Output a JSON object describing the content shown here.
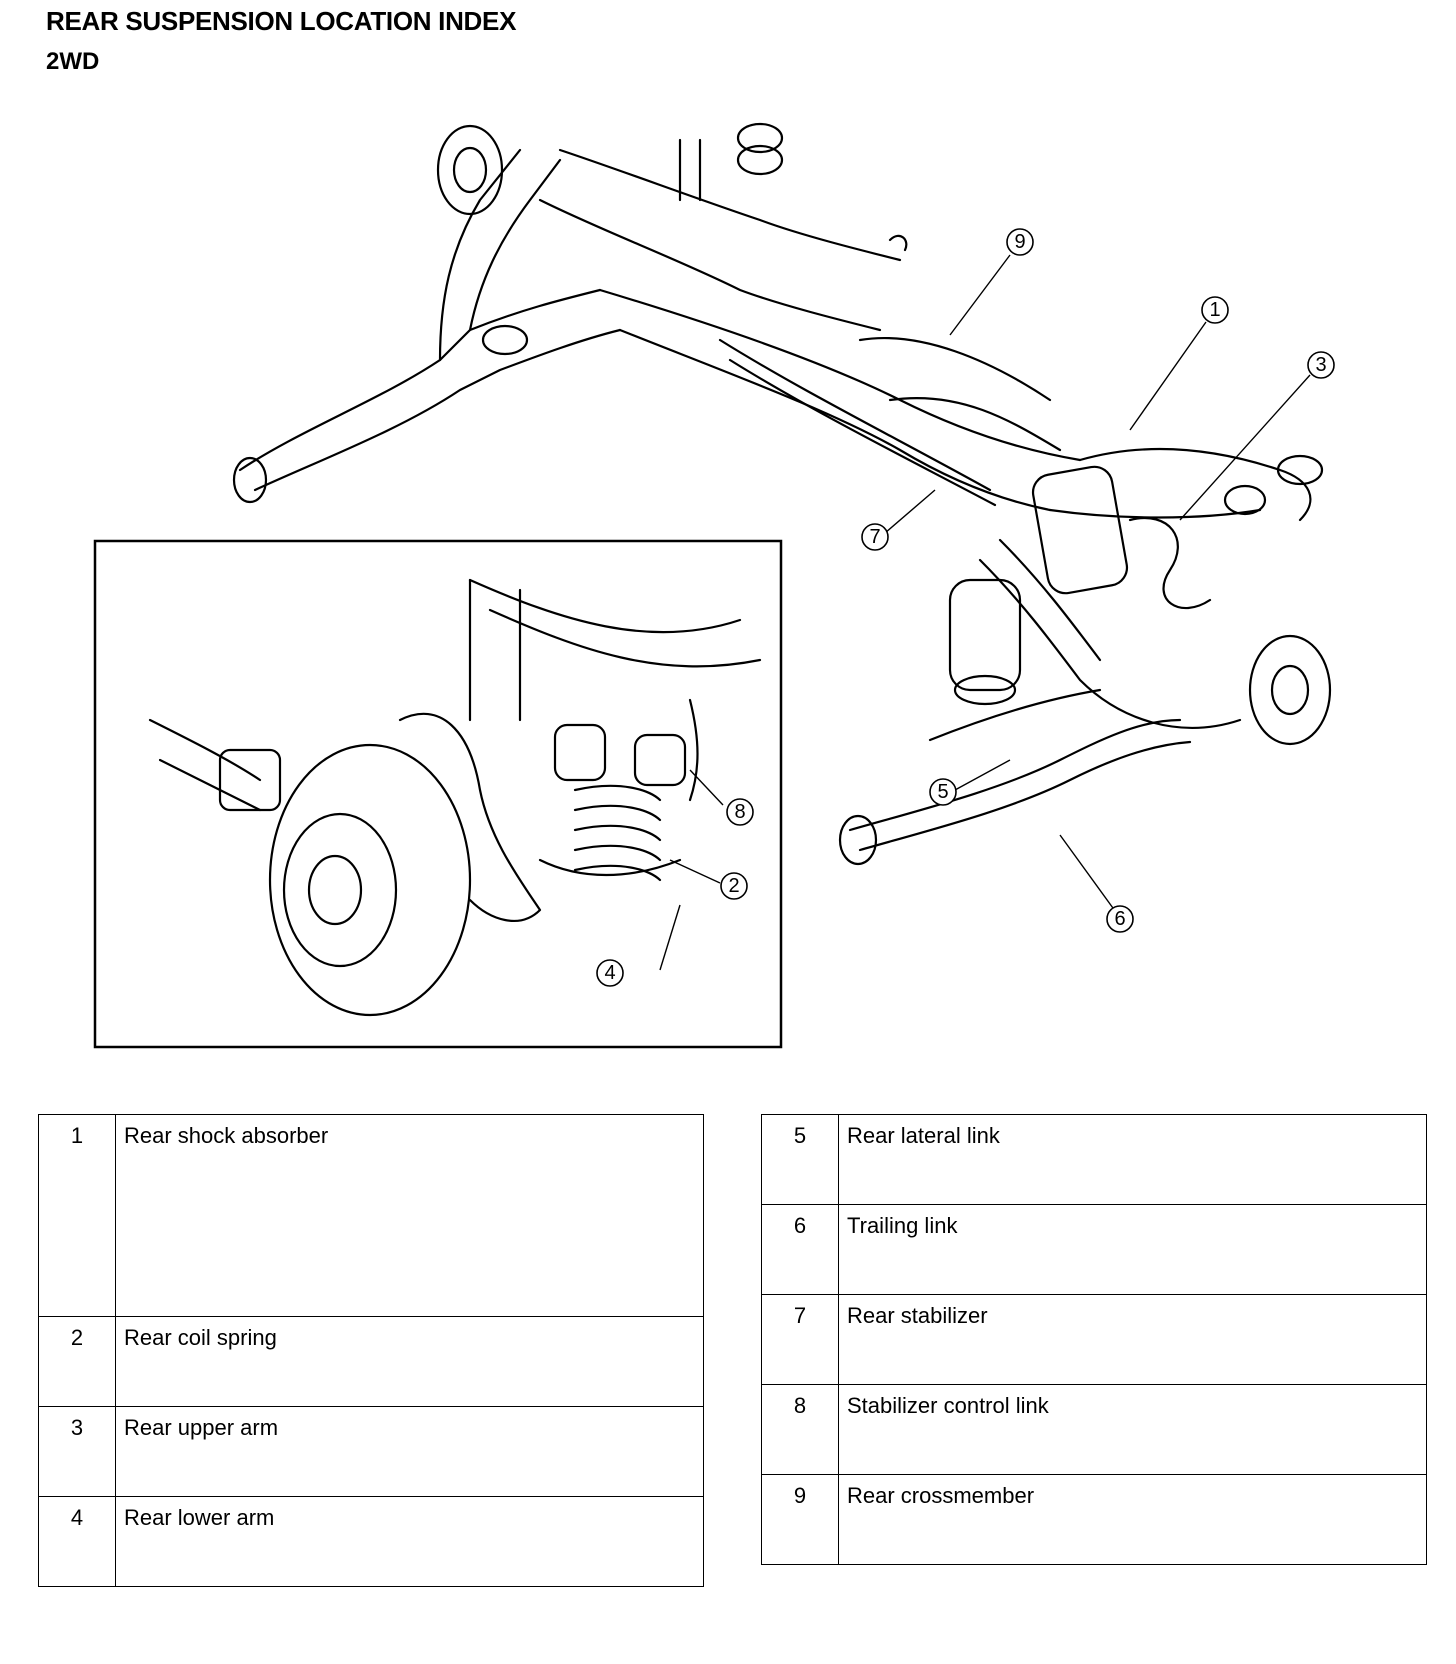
{
  "header": {
    "title": "REAR SUSPENSION LOCATION INDEX",
    "subtitle": "2WD"
  },
  "callouts": [
    "1",
    "2",
    "3",
    "4",
    "5",
    "6",
    "7",
    "8",
    "9"
  ],
  "index_left": [
    {
      "num": "1",
      "label": "Rear shock absorber"
    },
    {
      "num": "2",
      "label": "Rear coil spring"
    },
    {
      "num": "3",
      "label": "Rear upper arm"
    },
    {
      "num": "4",
      "label": "Rear lower arm"
    }
  ],
  "index_right": [
    {
      "num": "5",
      "label": "Rear lateral link"
    },
    {
      "num": "6",
      "label": "Trailing link"
    },
    {
      "num": "7",
      "label": "Rear stabilizer"
    },
    {
      "num": "8",
      "label": "Stabilizer control link"
    },
    {
      "num": "9",
      "label": "Rear crossmember"
    }
  ]
}
